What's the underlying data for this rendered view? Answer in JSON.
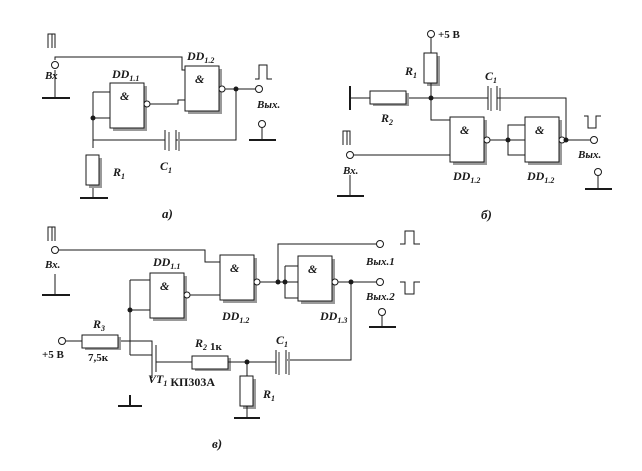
{
  "diagram_a": {
    "caption": "а)",
    "input_label": "Вх",
    "output_label": "Вых.",
    "gate1_label": "DD",
    "gate1_sub": "1.1",
    "gate2_label": "DD",
    "gate2_sub": "1.2",
    "gate_symbol": "&",
    "resistor_label": "R",
    "resistor_sub": "1",
    "capacitor_label": "C",
    "capacitor_sub": "1"
  },
  "diagram_b": {
    "caption": "б)",
    "supply_label": "+5 В",
    "input_label": "Вх.",
    "output_label": "Вых.",
    "r1_label": "R",
    "r1_sub": "1",
    "r2_label": "R",
    "r2_sub": "2",
    "c1_label": "C",
    "c1_sub": "1",
    "gate1_label": "DD",
    "gate1_sub": "1.2",
    "gate2_label": "DD",
    "gate2_sub": "1.2",
    "gate_symbol": "&"
  },
  "diagram_c": {
    "caption": "в)",
    "input_label": "Вх.",
    "output1_label": "Вых.1",
    "output2_label": "Вых.2",
    "supply_label": "+5 В",
    "gate1_label": "DD",
    "gate1_sub": "1.1",
    "gate2_label": "DD",
    "gate2_sub": "1.2",
    "gate3_label": "DD",
    "gate3_sub": "1.3",
    "gate_symbol": "&",
    "r3_label": "R",
    "r3_sub": "3",
    "r3_value": "7,5к",
    "r2_label": "R",
    "r2_sub": "2",
    "r2_value": "1к",
    "c1_label": "C",
    "c1_sub": "1",
    "r1_label": "R",
    "r1_sub": "1",
    "transistor_label": "VT",
    "transistor_sub": "1",
    "transistor_type": "КП303А"
  }
}
